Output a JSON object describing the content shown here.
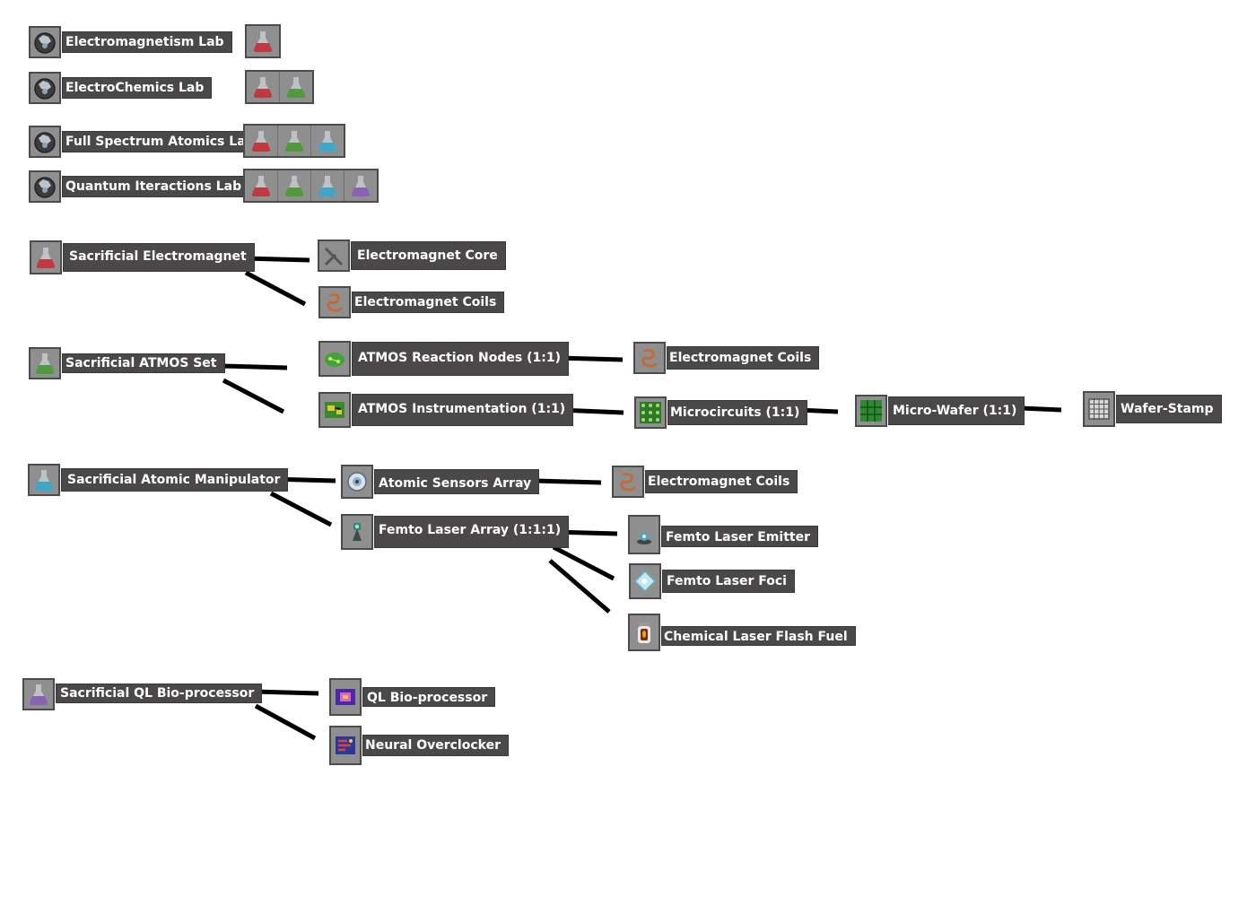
{
  "labs": [
    {
      "name": "Electromagnetism Lab",
      "packs": [
        "red"
      ]
    },
    {
      "name": "ElectroChemics Lab",
      "packs": [
        "red",
        "green"
      ]
    },
    {
      "name": "Full Spectrum Atomics Lab",
      "packs": [
        "red",
        "green",
        "blue"
      ]
    },
    {
      "name": "Quantum Iteractions Lab",
      "packs": [
        "red",
        "green",
        "blue",
        "purple"
      ]
    }
  ],
  "trees": {
    "electromagnet": {
      "root": "Sacrificial Electromagnet",
      "core": "Electromagnet Core",
      "coils": "Electromagnet Coils"
    },
    "atmos": {
      "root": "Sacrificial ATMOS Set",
      "reaction_nodes": "ATMOS Reaction Nodes (1:1)",
      "reaction_coils": "Electromagnet Coils",
      "instrumentation": "ATMOS Instrumentation (1:1)",
      "microcircuits": "Microcircuits (1:1)",
      "micro_wafer": "Micro-Wafer (1:1)",
      "wafer_stamp": "Wafer-Stamp"
    },
    "atomic": {
      "root": "Sacrificial Atomic Manipulator",
      "sensors": "Atomic Sensors Array",
      "sensors_coils": "Electromagnet Coils",
      "femto_array": "Femto Laser Array (1:1:1)",
      "emitter": "Femto Laser Emitter",
      "foci": "Femto Laser Foci",
      "flash_fuel": "Chemical Laser Flash Fuel"
    },
    "ql": {
      "root": "Sacrificial QL Bio-processor",
      "bio": "QL Bio-processor",
      "overclocker": "Neural Overclocker"
    }
  },
  "colors": {
    "red": "#c0393f",
    "green": "#4f9a3d",
    "blue": "#3fa6c8",
    "purple": "#8a62b4",
    "label_bg": "#4a4848",
    "icon_bg": "#8f8f8f"
  }
}
